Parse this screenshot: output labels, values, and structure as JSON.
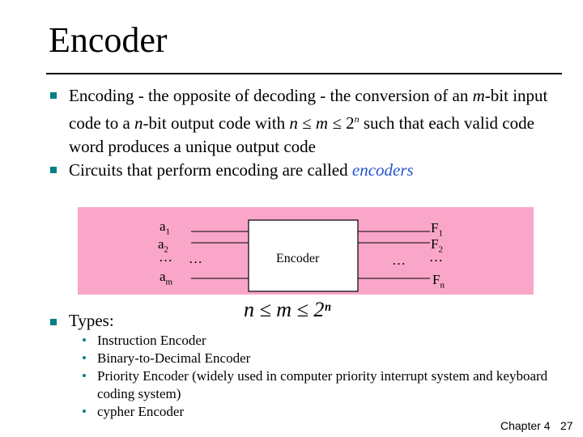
{
  "slide": {
    "title": "Encoder",
    "bullets": [
      {
        "part1": "Encoding - the opposite of decoding - the conversion of an ",
        "m": "m",
        "part2": "-bit input code to a ",
        "n": "n",
        "part3": "-bit output code with ",
        "cond_n": "n",
        "le1": " ≤ ",
        "cond_m": "m",
        "le2": " ≤ ",
        "pow_base": "2",
        "pow_exp": "n",
        "part4": " such that each valid code word produces a unique output code"
      },
      {
        "part1": "Circuits that perform encoding are called ",
        "emph": "encoders"
      }
    ],
    "diagram": {
      "inputs": [
        "a1",
        "a2",
        "…",
        "am"
      ],
      "outputs": [
        "F1",
        "F2",
        "…",
        "Fn"
      ],
      "dots": "…",
      "box_label": "Encoder"
    },
    "formula": "n ≤ m ≤ 2ⁿ",
    "types_label": "Types:",
    "types": [
      "Instruction Encoder",
      "Binary-to-Decimal Encoder",
      "Priority Encoder (widely used in computer priority interrupt system and keyboard coding system)",
      "cypher Encoder"
    ],
    "footer": {
      "chapter": "Chapter 4",
      "page": "27"
    },
    "colors": {
      "accent": "#008080",
      "emphasis": "#2255cc",
      "diagram_bg": "#f9a6c8"
    }
  }
}
